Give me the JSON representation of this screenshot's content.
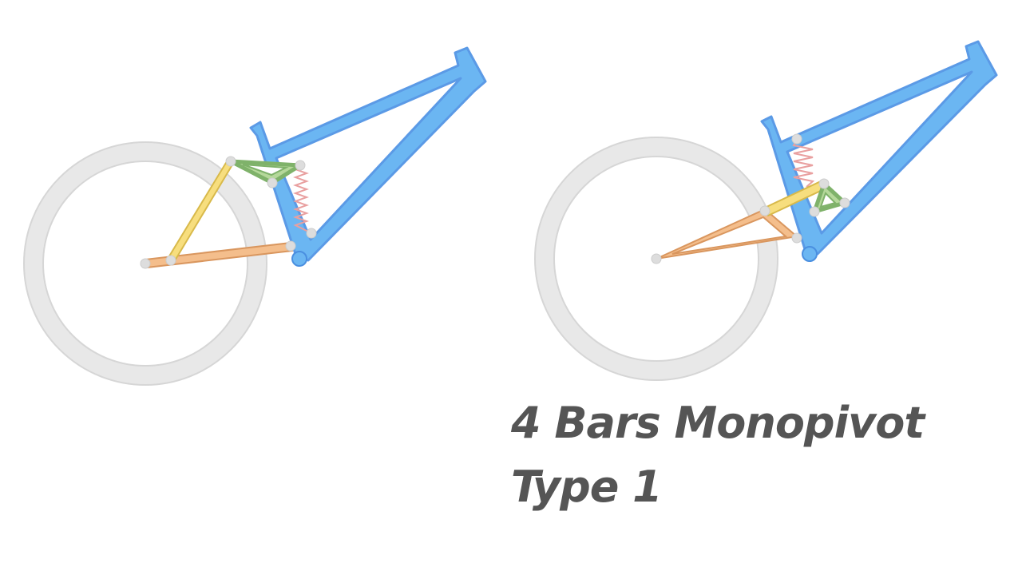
{
  "caption": {
    "line1": "4 Bars Monopivot",
    "line2": "Type 1"
  },
  "colors": {
    "wheel": "#e8e8e8",
    "wheel_outline": "#d6d6d6",
    "frame_fill": "#6bb6f2",
    "frame_stroke": "#5b9ae6",
    "rocker_fill": "#b5d89a",
    "rocker_stroke": "#7fb26a",
    "seatstay_fill": "#f7de7e",
    "seatstay_stroke": "#d8b94a",
    "chainstay_fill": "#f4be8c",
    "chainstay_stroke": "#d9965e",
    "spring": "#e9a0a0",
    "pivot": "#dddddd",
    "main_pivot": "#6bb6f2",
    "caption_text": "#555555"
  },
  "diagrams": [
    {
      "state": "extended"
    },
    {
      "state": "compressed"
    }
  ]
}
